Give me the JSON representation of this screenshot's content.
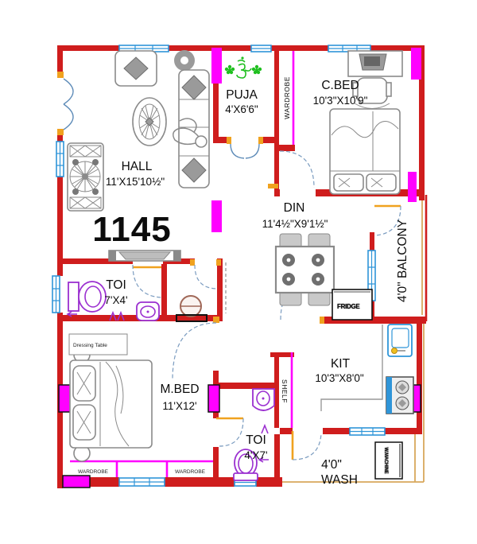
{
  "plan": {
    "area_label": "1145",
    "rooms": {
      "hall": {
        "name": "HALL",
        "dims": "11'X15'10½\""
      },
      "puja": {
        "name": "PUJA",
        "dims": "4'X6'6\""
      },
      "cbed": {
        "name": "C.BED",
        "dims": "10'3\"X10'9\""
      },
      "din": {
        "name": "DIN",
        "dims": "11'4½\"X9'1½\""
      },
      "toi_top": {
        "name": "TOI",
        "dims": "7'X4'"
      },
      "mbed": {
        "name": "M.BED",
        "dims": "11'X12'"
      },
      "toi_bottom": {
        "name": "TOI",
        "dims": "4'X7'"
      },
      "kit": {
        "name": "KIT",
        "dims": "10'3\"X8'0\""
      },
      "balcony": {
        "name": "4'0\" BALCONY"
      },
      "wash": {
        "size": "4'0\"",
        "name": "WASH"
      }
    },
    "fixtures": {
      "wardrobe_strip": "WARDROBE",
      "wardrobe_left": "WARDROBE",
      "wardrobe_right": "WARDROBE",
      "shelf": "SHELF",
      "fridge": "FRIDGE",
      "dressing_table": "Dressing Table",
      "washing_machine": "W.MACHINE"
    },
    "colors": {
      "wall_red": "#cf1d1d",
      "pier_magenta": "#ff00ff",
      "window_blue": "#2f95d8",
      "door_orange": "#f0a21f",
      "fixture_purple": "#9b30d0",
      "open_boundary_tan": "#d8a85c",
      "sacred_green": "#1fbf1f",
      "furniture_gray": "#8a8a8a"
    }
  }
}
